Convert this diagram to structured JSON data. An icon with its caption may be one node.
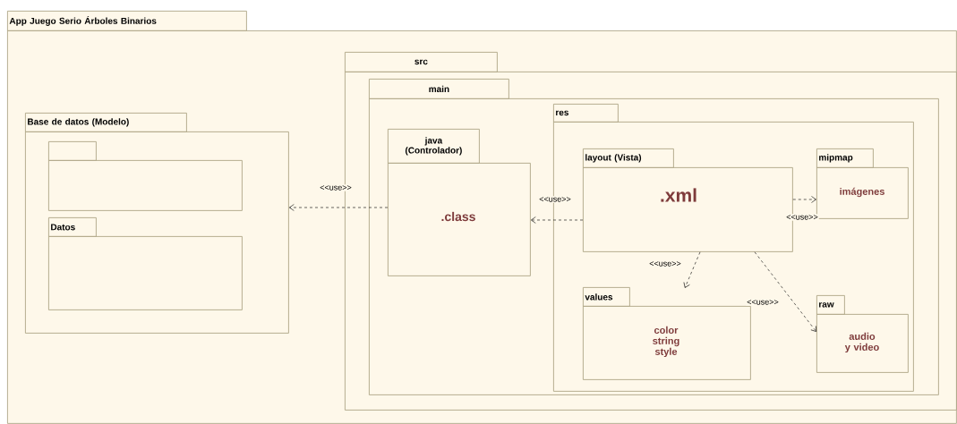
{
  "diagram": {
    "nodes": [
      {
        "text": [
          "App Juego Serio Árboles Binarios"
        ]
      },
      {
        "text": [
          "Base de datos (Modelo)"
        ],
        "in": 0
      },
      {
        "text": [],
        "shape": "box",
        "in": 1
      },
      {
        "text": [
          "Datos"
        ],
        "in": 1
      },
      {
        "text": [
          "src"
        ],
        "in": 0
      },
      {
        "text": [
          "main"
        ],
        "in": 4
      },
      {
        "text": [
          "java (Controlador)",
          ".class"
        ],
        "in": 5
      },
      {
        "text": [
          "res"
        ],
        "in": 5
      },
      {
        "text": [
          "layout (Vista)",
          ".xml"
        ],
        "in": 7
      },
      {
        "text": [
          "mipmap",
          "imágenes"
        ],
        "in": 7
      },
      {
        "text": [
          "values",
          "color string style"
        ],
        "in": 7
      },
      {
        "text": [
          "raw",
          "audio y video"
        ],
        "in": 7
      }
    ],
    "edges": [
      {
        "from": 6,
        "to": 1,
        "arrow": "to",
        "style": "dashed",
        "label": "<<use>>"
      },
      {
        "from": 8,
        "to": 6,
        "arrow": "to",
        "style": "dashed",
        "label": "<<use>>"
      },
      {
        "from": 8,
        "to": 9,
        "arrow": "to",
        "style": "dashed",
        "label": "<<use>>"
      },
      {
        "from": 8,
        "to": 10,
        "arrow": "to",
        "style": "dashed",
        "label": "<<use>>"
      },
      {
        "from": 8,
        "to": 11,
        "arrow": "to",
        "style": "dashed",
        "label": "<<use>>"
      }
    ]
  }
}
